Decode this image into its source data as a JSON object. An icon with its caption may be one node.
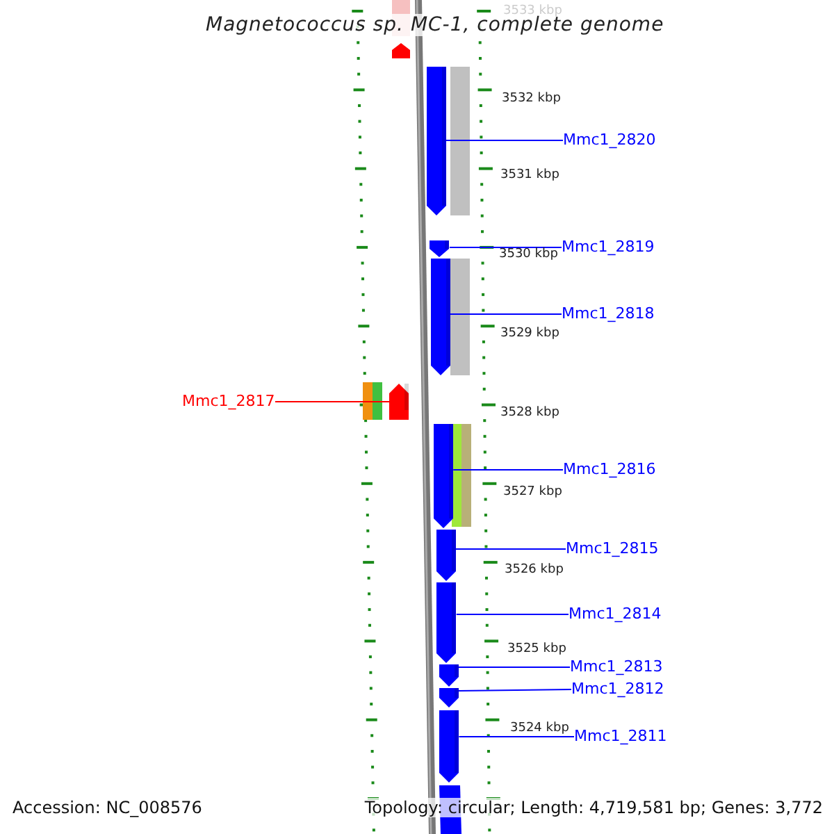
{
  "diagram": {
    "title": "Magnetococcus sp. MC-1, complete genome",
    "nodes": [
      {
        "text": [
          "Mmc1_2820"
        ]
      },
      {
        "text": [],
        "shape": "arrow"
      },
      {
        "text": [
          "Mmc1_2819"
        ]
      },
      {
        "text": [],
        "shape": "arrow"
      },
      {
        "text": [
          "Mmc1_2818"
        ]
      },
      {
        "text": [],
        "shape": "arrow"
      },
      {
        "text": [
          "Mmc1_2817"
        ]
      },
      {
        "text": [],
        "shape": "arrow"
      },
      {
        "text": [
          "Mmc1_2816"
        ]
      },
      {
        "text": [],
        "shape": "arrow"
      },
      {
        "text": [
          "Mmc1_2815"
        ]
      },
      {
        "text": [],
        "shape": "arrow"
      },
      {
        "text": [
          "Mmc1_2814"
        ]
      },
      {
        "text": [],
        "shape": "arrow"
      },
      {
        "text": [
          "Mmc1_2813"
        ]
      },
      {
        "text": [],
        "shape": "arrow"
      },
      {
        "text": [
          "Mmc1_2812"
        ]
      },
      {
        "text": [],
        "shape": "arrow"
      },
      {
        "text": [
          "Mmc1_2811"
        ]
      },
      {
        "text": [],
        "shape": "arrow"
      }
    ],
    "edges": [
      {
        "from": 0,
        "to": 1,
        "arrow": "none"
      },
      {
        "from": 2,
        "to": 3,
        "arrow": "none"
      },
      {
        "from": 4,
        "to": 5,
        "arrow": "none"
      },
      {
        "from": 6,
        "to": 7,
        "arrow": "none",
        "color": "#ff0000"
      },
      {
        "from": 8,
        "to": 9,
        "arrow": "none"
      },
      {
        "from": 10,
        "to": 11,
        "arrow": "none"
      },
      {
        "from": 12,
        "to": 13,
        "arrow": "none"
      },
      {
        "from": 14,
        "to": 15,
        "arrow": "none"
      },
      {
        "from": 16,
        "to": 17,
        "arrow": "none"
      },
      {
        "from": 18,
        "to": 19,
        "arrow": "none"
      }
    ],
    "labels": [
      "3533 kbp",
      "3532 kbp",
      "3531 kbp",
      "3530 kbp",
      "3529 kbp",
      "3528 kbp",
      "3527 kbp",
      "3526 kbp",
      "3525 kbp",
      "3524 kbp",
      "Accession: NC_008576",
      "Topology: circular; Length: 4,719,581 bp; Genes: 3,772"
    ]
  }
}
